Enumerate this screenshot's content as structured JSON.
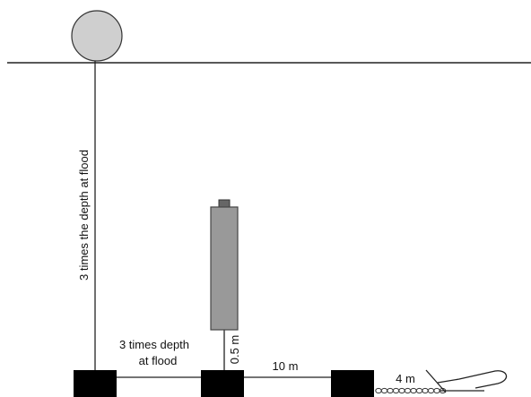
{
  "labels": {
    "buoy_line": "3 times the depth at flood",
    "ground_line_1": "3 times depth",
    "ground_line_2": "at flood",
    "logger_line": "0.5 m",
    "anchor_span": "10 m",
    "chain_span": "4 m"
  },
  "colors": {
    "buoy_fill": "#cfcfcf",
    "logger_fill": "#999999",
    "logger_cap": "#666666",
    "anchor_fill": "#000000",
    "line": "#222222"
  }
}
